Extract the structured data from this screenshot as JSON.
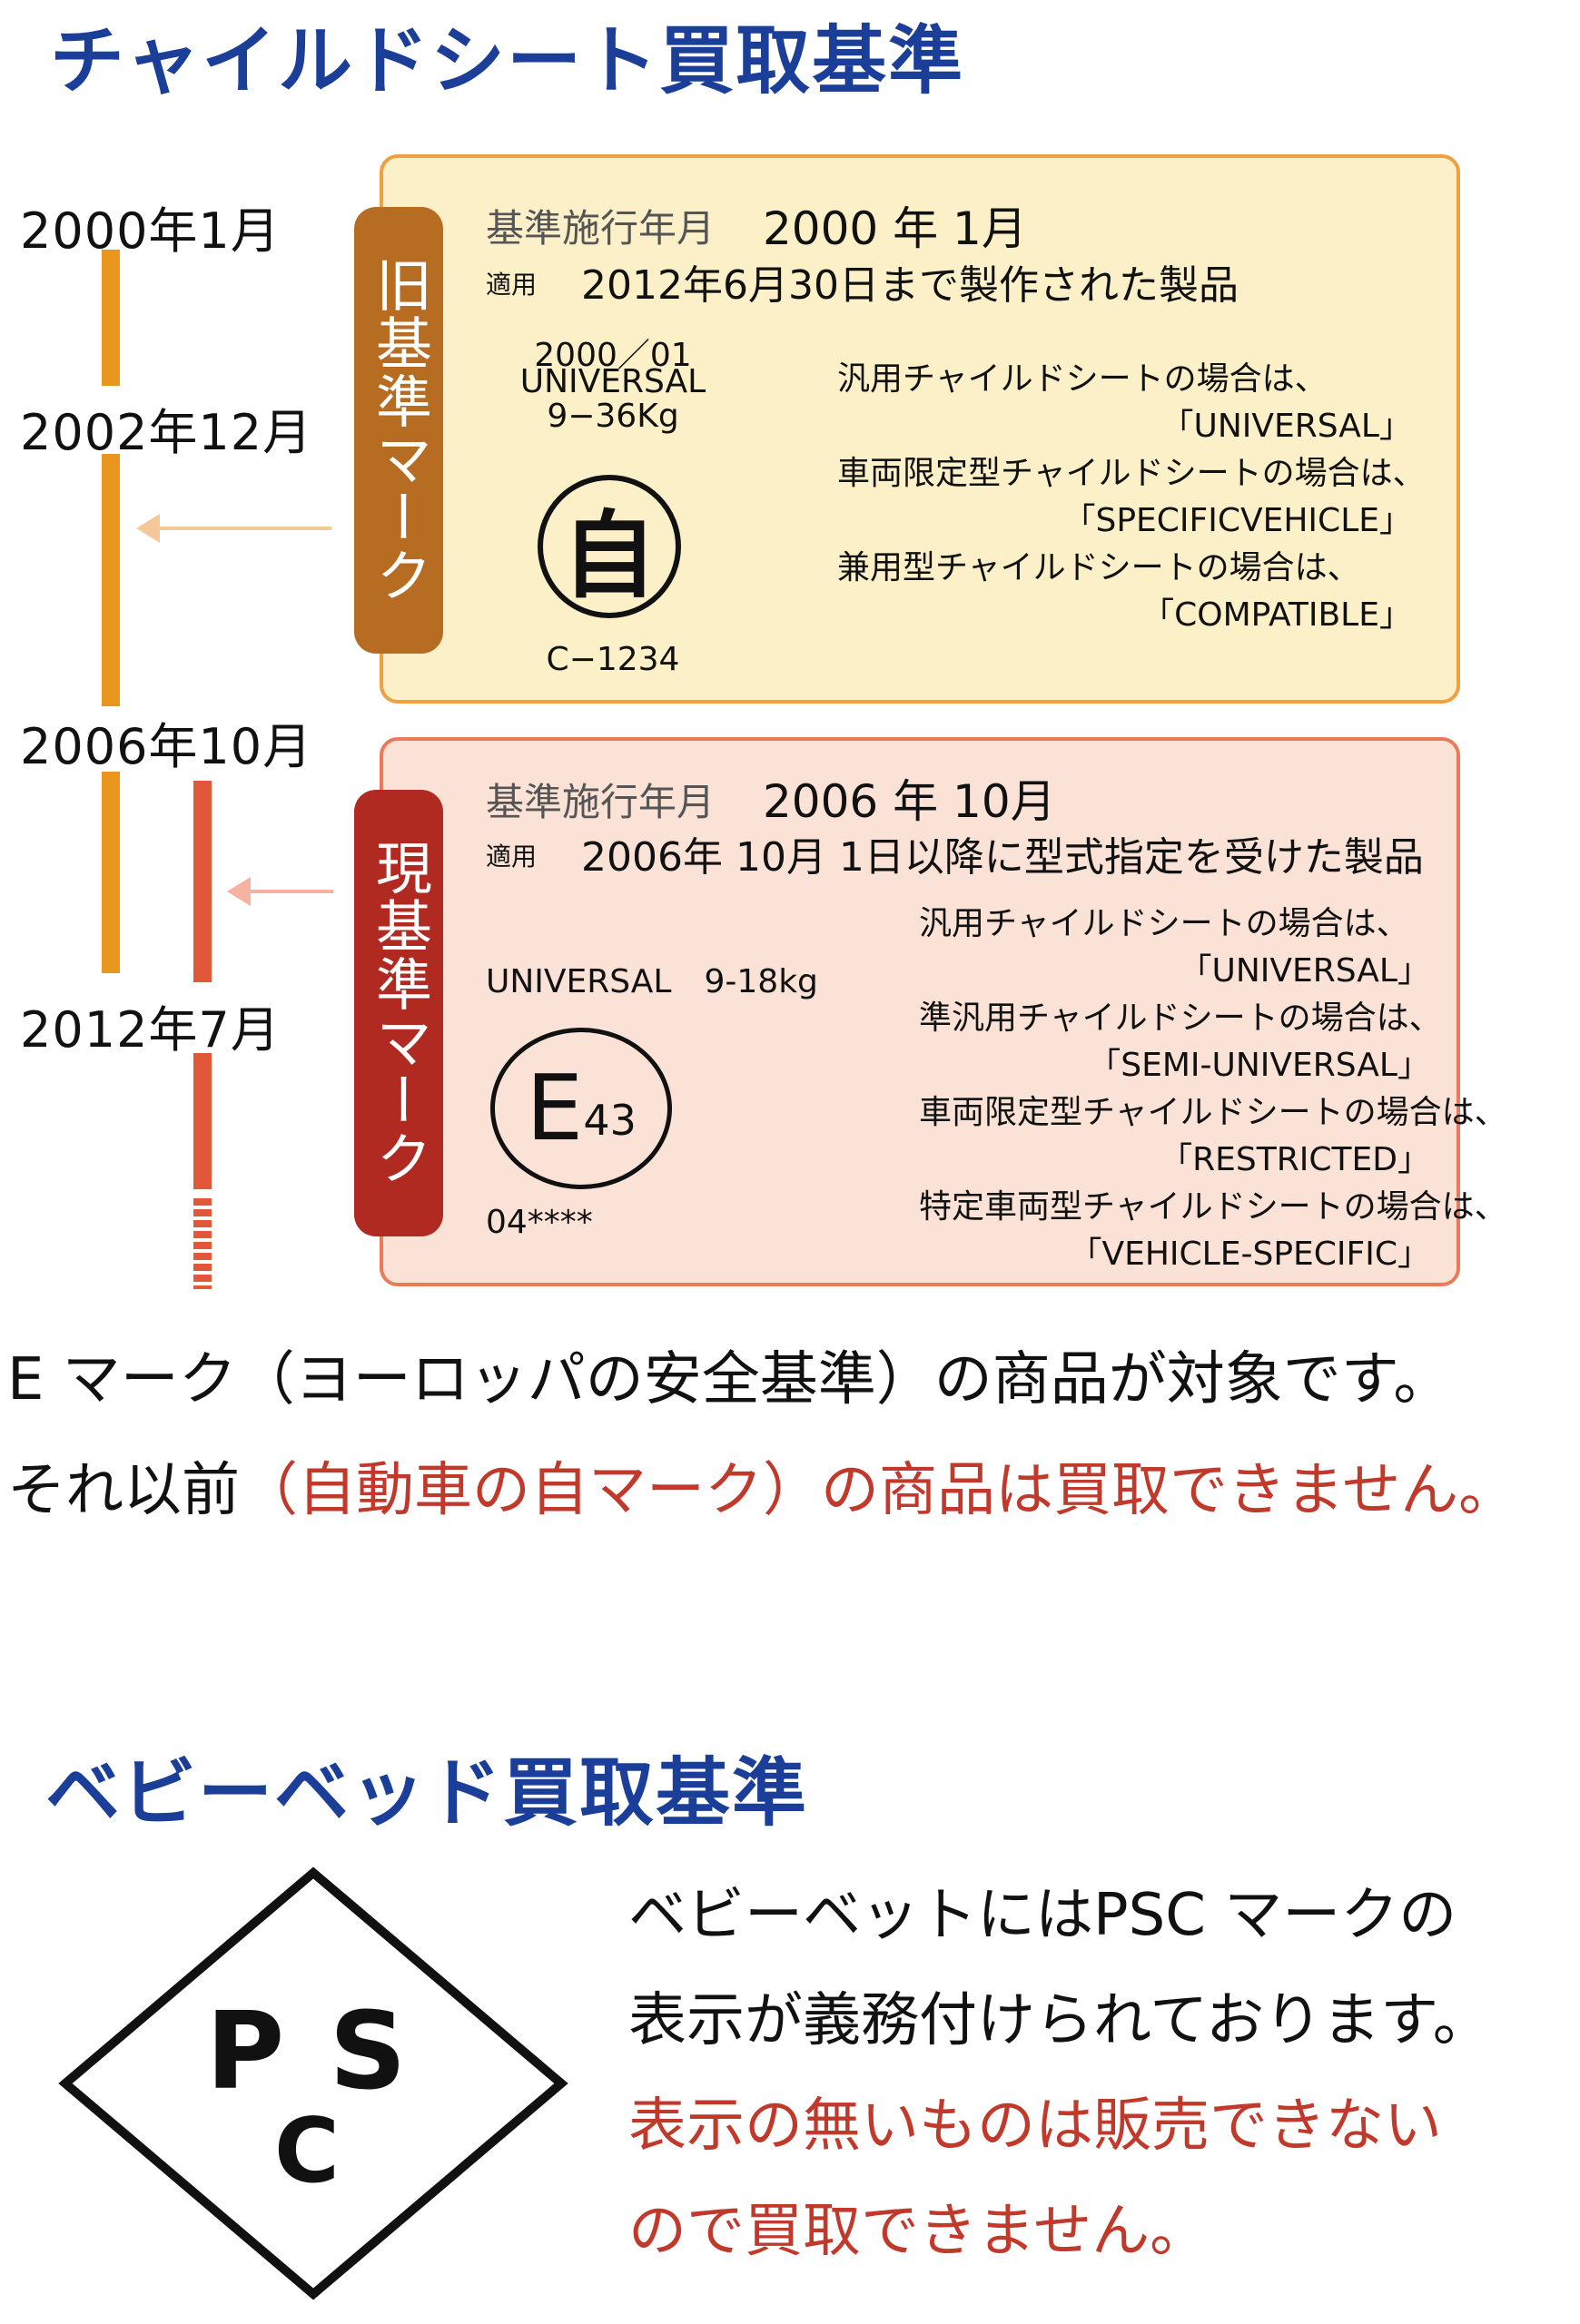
{
  "section1": {
    "title": "チャイルドシート買取基準",
    "dates": [
      "2000年1月",
      "2002年12月",
      "2006年10月",
      "2012年7月"
    ],
    "old_mark": {
      "tab_label": "旧基準マーク",
      "label_enforced": "基準施行年月",
      "enforced_value": "2000 年 1月",
      "label_applies": "適用",
      "applies_value": "2012年6月30日まで製作された製品",
      "mark_line1": "2000／01",
      "mark_line2": "UNIVERSAL",
      "mark_line3": "9−36Kg",
      "mark_symbol": "自",
      "mark_code": "C−1234",
      "rules": [
        {
          "text": "汎用チャイルドシートの場合は、",
          "value": "「UNIVERSAL」"
        },
        {
          "text": "車両限定型チャイルドシートの場合は、",
          "value": "「SPECIFICVEHICLE」"
        },
        {
          "text": "兼用型チャイルドシートの場合は、",
          "value": "「COMPATIBLE」"
        }
      ]
    },
    "new_mark": {
      "tab_label": "現基準マーク",
      "label_enforced": "基準施行年月",
      "enforced_value": "2006 年 10月",
      "label_applies": "適用",
      "applies_value": "2006年 10月 1日以降に型式指定を受けた製品",
      "mark_line1": "UNIVERSAL　9-18kg",
      "mark_symbol_e": "E",
      "mark_symbol_num": "43",
      "mark_code": "04****",
      "rules": [
        {
          "text": "汎用チャイルドシートの場合は、",
          "value": "「UNIVERSAL」"
        },
        {
          "text": "準汎用チャイルドシートの場合は、",
          "value": "「SEMI-UNIVERSAL」"
        },
        {
          "text": "車両限定型チャイルドシートの場合は、",
          "value": "「RESTRICTED」"
        },
        {
          "text": "特定車両型チャイルドシートの場合は、",
          "value": "「VEHICLE-SPECIFIC」"
        }
      ]
    },
    "note_line1": "E マーク（ヨーロッパの安全基準）の商品が対象です。",
    "note_line2_black": "それ以前",
    "note_line2_red": "（自動車の自マーク）の商品は買取できません。"
  },
  "section2": {
    "title": "ベビーベッド買取基準",
    "psc_p": "P",
    "psc_s": "S",
    "psc_c": "C",
    "line1": "ベビーベットにはPSC マークの",
    "line2": "表示が義務付けられております。",
    "line3_red": "表示の無いものは販売できない",
    "line4_red": "ので買取できません。"
  },
  "colors": {
    "heading": "#1b3f99",
    "orange_line": "#e8961e",
    "red_line": "#e0573a",
    "old_panel_bg": "#fcf0c8",
    "old_panel_border": "#f0a040",
    "new_panel_bg": "#fbe2d6",
    "new_panel_border": "#ec7a58",
    "old_tab": "#b66d22",
    "new_tab": "#b02a22",
    "warning_red": "#c0392b"
  }
}
